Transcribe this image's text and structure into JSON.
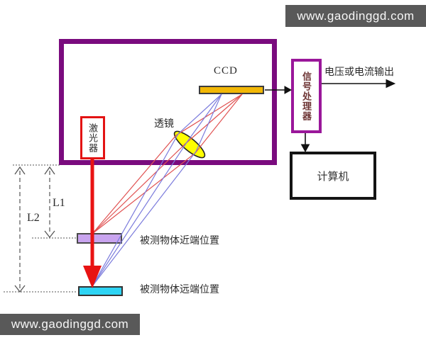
{
  "watermark": {
    "text": "www.gaodinggd.com"
  },
  "diagram": {
    "ccd_label": "CCD",
    "lens_label": "透镜",
    "laser_label": "激光器",
    "signal_processor_label": "信号处理器",
    "output_label": "电压或电流输出",
    "computer_label": "计算机",
    "l1_label": "L1",
    "l2_label": "L2",
    "near_position_label": "被测物体近端位置",
    "far_position_label": "被测物体远端位置"
  },
  "colors": {
    "housing_border": "#7a0b7e",
    "processor_border": "#9a179a",
    "processor_text": "#6d3434",
    "laser_box_border": "#e31313",
    "laser_beam": "#e81313",
    "near_ray_red": "#e05252",
    "far_ray_blue": "#7b7bdc",
    "ccd_fill": "#f2b705",
    "lens_fill": "#ffff00",
    "near_bar_fill": "#c9a4ef",
    "far_bar_fill": "#2ed4f4",
    "arrow_black": "#111111",
    "dimension_gray": "#555555",
    "banner_bg": "#595959",
    "banner_text": "#ffffff"
  }
}
